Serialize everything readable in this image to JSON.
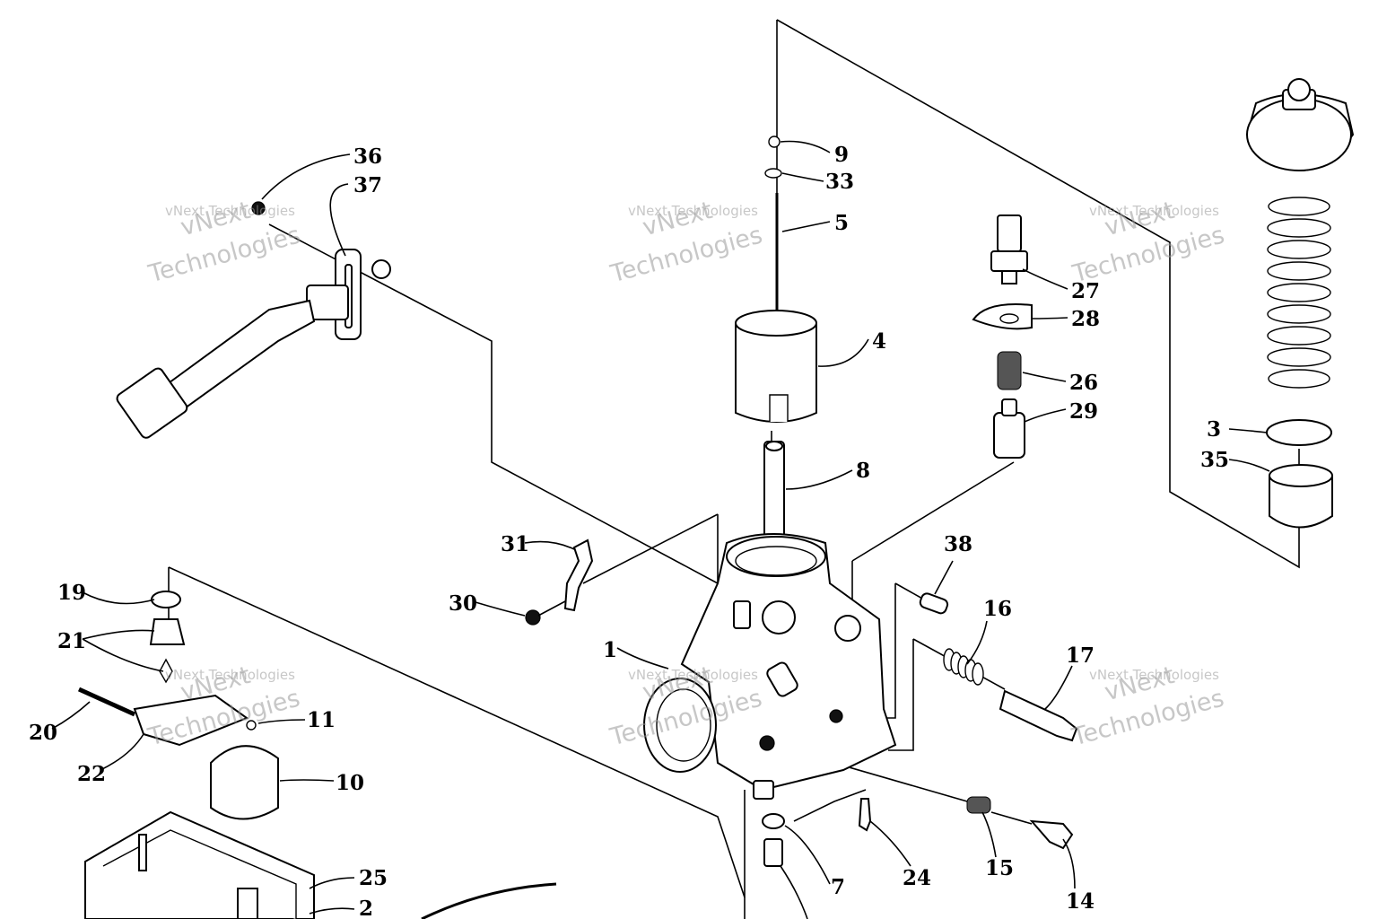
{
  "callouts": [
    {
      "label": "36"
    },
    {
      "label": "37"
    },
    {
      "label": "9"
    },
    {
      "label": "33"
    },
    {
      "label": "5"
    },
    {
      "label": "4"
    },
    {
      "label": "27"
    },
    {
      "label": "28"
    },
    {
      "label": "26"
    },
    {
      "label": "29"
    },
    {
      "label": "8"
    },
    {
      "label": "3"
    },
    {
      "label": "35"
    },
    {
      "label": "31"
    },
    {
      "label": "30"
    },
    {
      "label": "38"
    },
    {
      "label": "16"
    },
    {
      "label": "17"
    },
    {
      "label": "1"
    },
    {
      "label": "19"
    },
    {
      "label": "21"
    },
    {
      "label": "20"
    },
    {
      "label": "22"
    },
    {
      "label": "11"
    },
    {
      "label": "10"
    },
    {
      "label": "25"
    },
    {
      "label": "2"
    },
    {
      "label": "7"
    },
    {
      "label": "24"
    },
    {
      "label": "15"
    },
    {
      "label": "14"
    }
  ],
  "watermark": {
    "line1": "vNext Technologies",
    "line2": "vNext",
    "line3": "Technologies"
  },
  "colors": {
    "ink": "#000000",
    "paper": "#ffffff",
    "watermark": "#9a9a9a"
  }
}
